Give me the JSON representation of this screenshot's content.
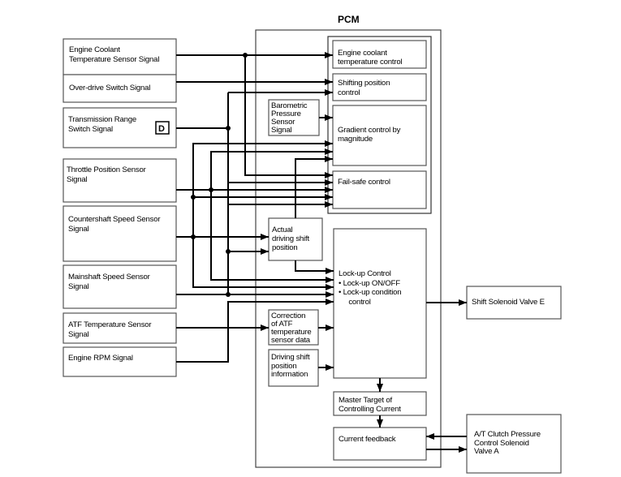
{
  "diagram": {
    "title": "PCM",
    "inputs": [
      {
        "id": "ect",
        "lines": [
          "Engine Coolant",
          "Temperature Sensor Signal"
        ]
      },
      {
        "id": "od",
        "lines": [
          "Over-drive Switch Signal"
        ]
      },
      {
        "id": "trs",
        "lines": [
          "Transmission Range",
          "Switch Signal"
        ],
        "badge": "D"
      },
      {
        "id": "tps",
        "lines": [
          "Throttle Position Sensor",
          "Signal"
        ]
      },
      {
        "id": "css",
        "lines": [
          "Countershaft Speed Sensor",
          "Signal"
        ]
      },
      {
        "id": "mss",
        "lines": [
          "Mainshaft Speed Sensor",
          "Signal"
        ]
      },
      {
        "id": "atf",
        "lines": [
          "ATF Temperature Sensor",
          "Signal"
        ]
      },
      {
        "id": "rpm",
        "lines": [
          "Engine RPM Signal"
        ]
      }
    ],
    "pcm_blocks": [
      {
        "id": "ect_ctrl",
        "lines": [
          "Engine coolant",
          "temperature control"
        ]
      },
      {
        "id": "shift_pos",
        "lines": [
          "Shifting position",
          "control"
        ]
      },
      {
        "id": "baro",
        "lines": [
          "Barometric",
          "Pressure",
          "Sensor",
          "Signal"
        ]
      },
      {
        "id": "gradient",
        "lines": [
          "Gradient control by",
          "magnitude"
        ]
      },
      {
        "id": "failsafe",
        "lines": [
          "Fail-safe control"
        ]
      },
      {
        "id": "actual",
        "lines": [
          "Actual",
          "driving shift",
          "position"
        ]
      },
      {
        "id": "lockup",
        "lines": [
          "Lock-up Control",
          "•   Lock-up ON/OFF",
          "•   Lock-up condition",
          "     control"
        ]
      },
      {
        "id": "atf_corr",
        "lines": [
          "Correction",
          "of ATF",
          "temperature",
          "sensor data"
        ]
      },
      {
        "id": "drv_info",
        "lines": [
          "Driving shift",
          "position",
          "information"
        ]
      },
      {
        "id": "master",
        "lines": [
          "Master Target of",
          "Controlling Current"
        ]
      },
      {
        "id": "feedback",
        "lines": [
          "Current feedback"
        ]
      }
    ],
    "outputs": [
      {
        "id": "sse",
        "lines": [
          "Shift Solenoid Valve E"
        ]
      },
      {
        "id": "atc",
        "lines": [
          "A/T Clutch Pressure",
          "Control Solenoid",
          "Valve A"
        ]
      }
    ]
  }
}
